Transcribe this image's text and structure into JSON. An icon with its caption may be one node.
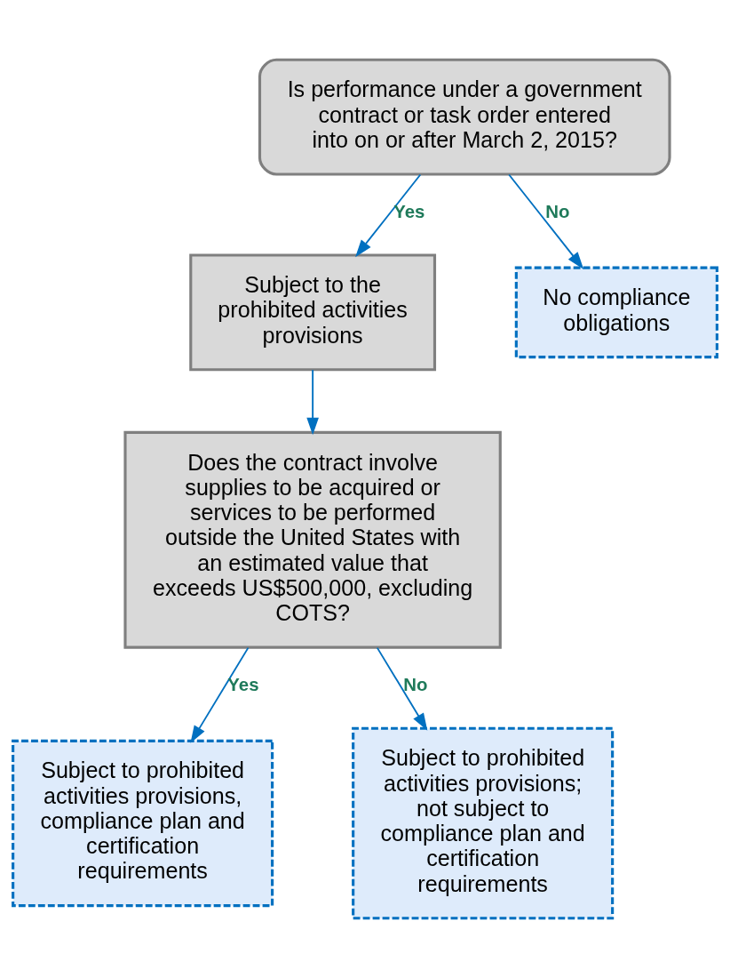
{
  "diagram": {
    "nodes": [
      {
        "text": [
          "Is performance under a government contract or task order entered into on or after March 2, 2015?"
        ]
      },
      {
        "text": [
          "Subject to the prohibited activities provisions"
        ]
      },
      {
        "text": [
          "No compliance obligations"
        ]
      },
      {
        "text": [
          "Does the contract involve supplies to be acquired or services to be performed outside the United States with an estimated value that exceeds US$500,000, excluding COTS?"
        ]
      },
      {
        "text": [
          "Subject to prohibited activities provisions, compliance plan and certification requirements"
        ]
      },
      {
        "text": [
          "Subject to prohibited activities provisions; not subject to compliance plan and certification requirements"
        ]
      }
    ],
    "edges": [
      {
        "from": 0,
        "to": 1,
        "arrow": "to",
        "label": "Yes"
      },
      {
        "from": 0,
        "to": 2,
        "arrow": "to",
        "label": "No"
      },
      {
        "from": 1,
        "to": 3,
        "arrow": "to"
      },
      {
        "from": 3,
        "to": 4,
        "arrow": "to",
        "label": "Yes"
      },
      {
        "from": 3,
        "to": 5,
        "arrow": "to",
        "label": "No"
      }
    ]
  }
}
